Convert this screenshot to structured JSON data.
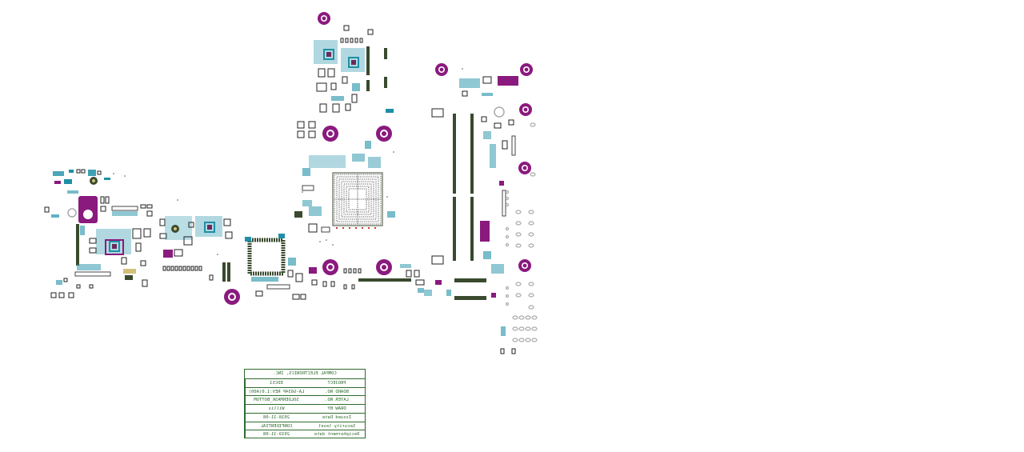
{
  "title_block": {
    "company": "COMPAL ELECTRONICS, INC.",
    "rows": [
      {
        "value": "EDC51",
        "label": "PROJECT"
      },
      {
        "value": "LA-G034P REV:1.0(A00)",
        "label": "BOARD NO."
      },
      {
        "value": "SOLDERMASK_BOTTOM",
        "label": "LAYER NO."
      },
      {
        "value": "Willis",
        "label": "DRAW BY"
      },
      {
        "value": "2018-11-08",
        "label": "Issued Date"
      },
      {
        "value": "CONFIDENTIAL",
        "label": "Security level"
      },
      {
        "value": "2019-11-08",
        "label": "Decipherment date"
      }
    ]
  },
  "colors": {
    "background": "#ffffff",
    "copper_outline": "#1a1a1a",
    "component_fill": "#3a4a2e",
    "pad_teal": "#1f8fa6",
    "silkscreen_purple": "#8a1a7e",
    "mount_hole_ring": "#7a1a72",
    "title_text": "#2f6b2f"
  }
}
